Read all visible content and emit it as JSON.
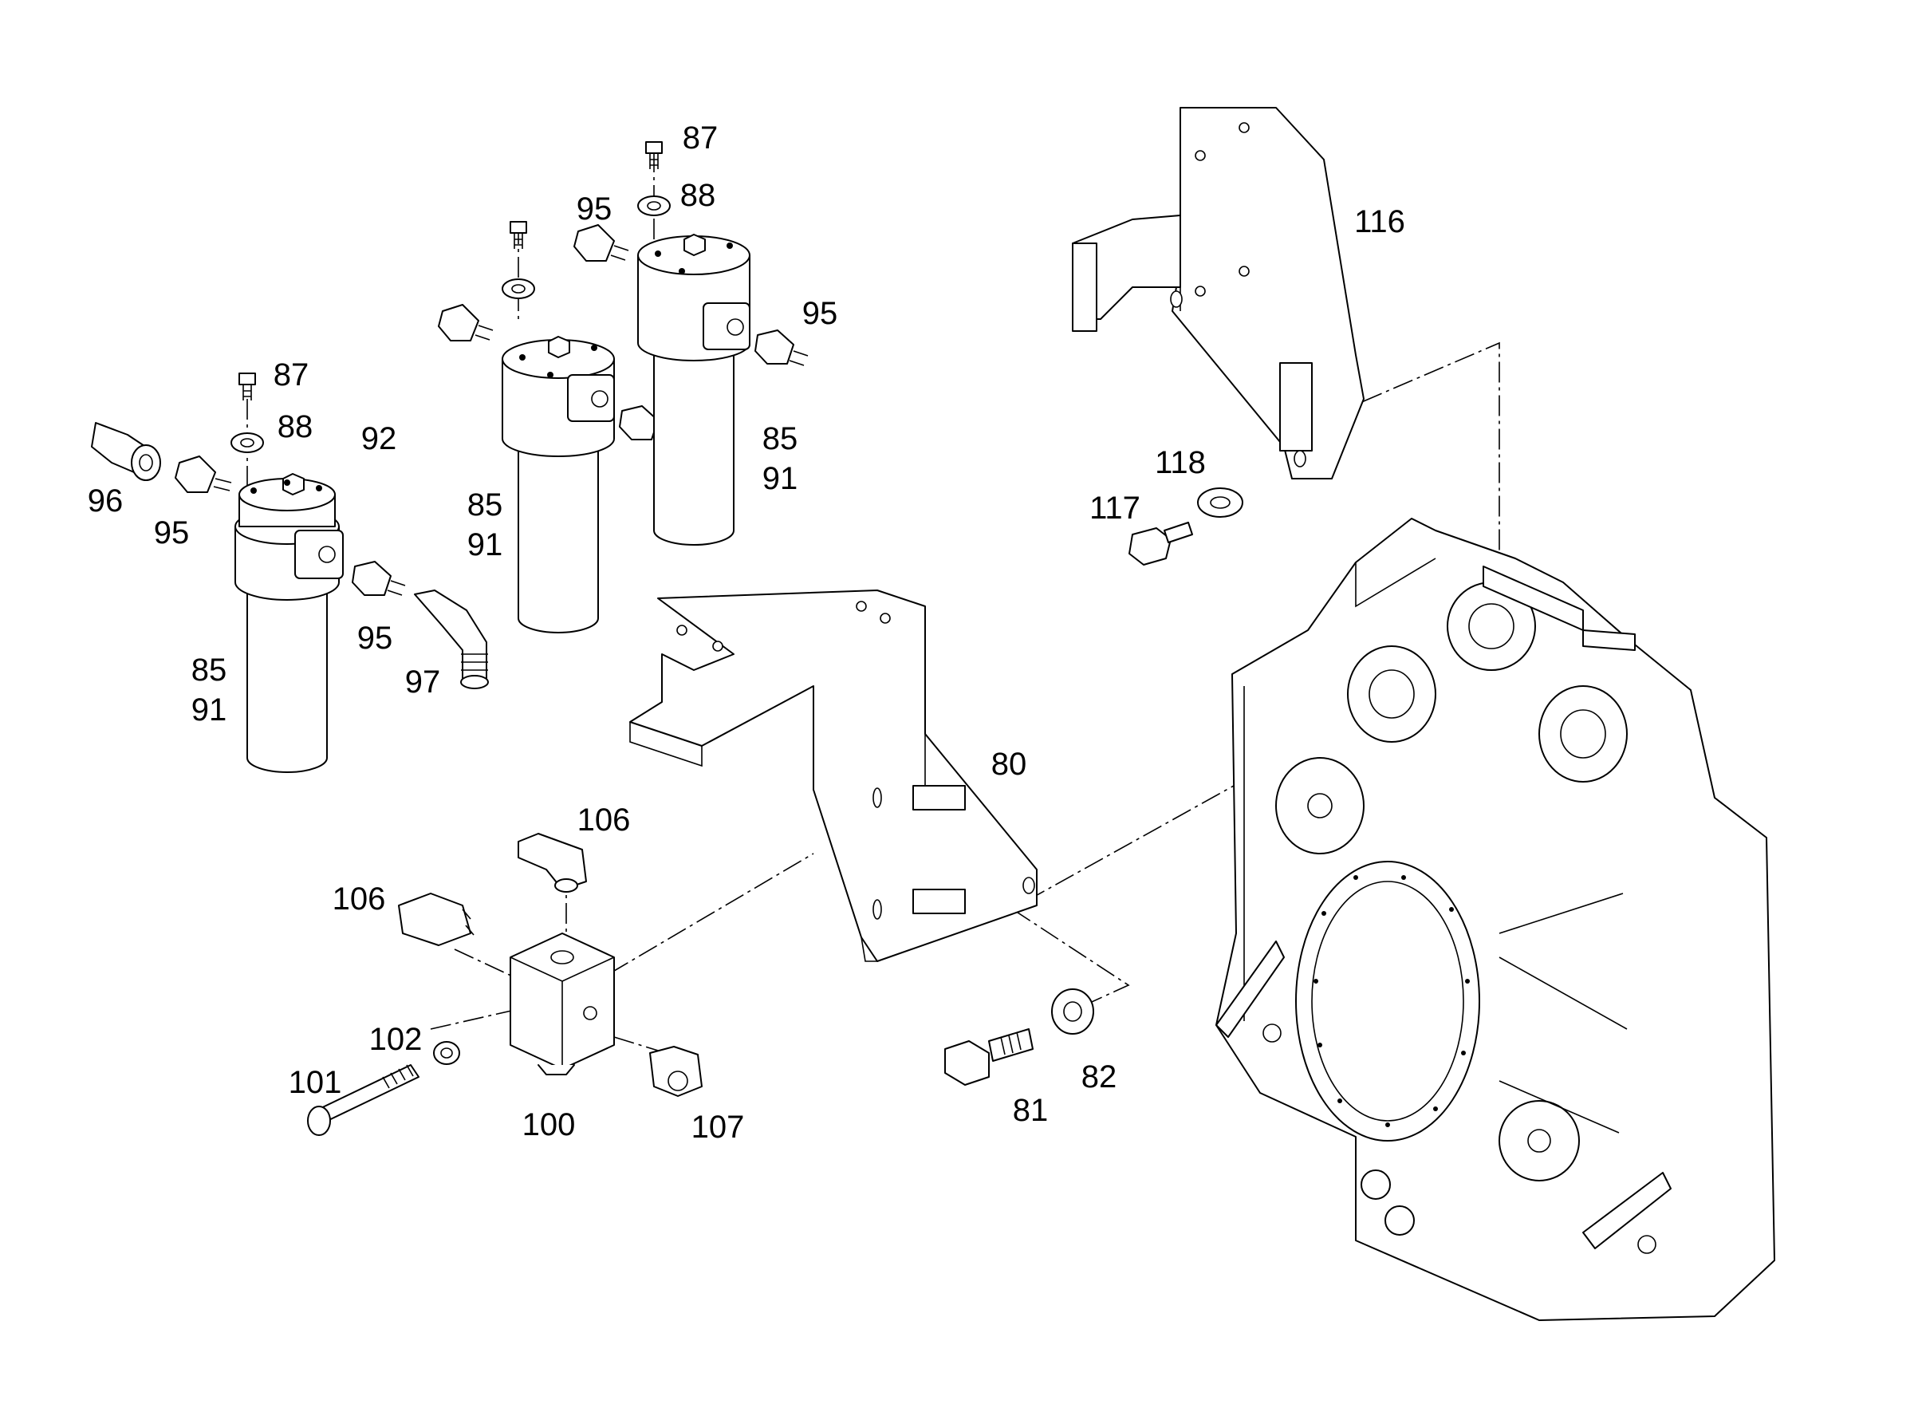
{
  "callouts": [
    {
      "id": "c-87a",
      "text": "87"
    },
    {
      "id": "c-88a",
      "text": "88"
    },
    {
      "id": "c-92",
      "text": "92"
    },
    {
      "id": "c-96",
      "text": "96"
    },
    {
      "id": "c-95a",
      "text": "95"
    },
    {
      "id": "c-95b",
      "text": "95"
    },
    {
      "id": "c-97",
      "text": "97"
    },
    {
      "id": "c-85a",
      "text": "85"
    },
    {
      "id": "c-91a",
      "text": "91"
    },
    {
      "id": "c-95c",
      "text": "95"
    },
    {
      "id": "c-85b",
      "text": "85"
    },
    {
      "id": "c-91b",
      "text": "91"
    },
    {
      "id": "c-87b",
      "text": "87"
    },
    {
      "id": "c-88b",
      "text": "88"
    },
    {
      "id": "c-95d",
      "text": "95"
    },
    {
      "id": "c-85c",
      "text": "85"
    },
    {
      "id": "c-91c",
      "text": "91"
    },
    {
      "id": "c-116",
      "text": "116"
    },
    {
      "id": "c-118",
      "text": "118"
    },
    {
      "id": "c-117",
      "text": "117"
    },
    {
      "id": "c-80",
      "text": "80"
    },
    {
      "id": "c-106a",
      "text": "106"
    },
    {
      "id": "c-106b",
      "text": "106"
    },
    {
      "id": "c-102",
      "text": "102"
    },
    {
      "id": "c-101",
      "text": "101"
    },
    {
      "id": "c-100",
      "text": "100"
    },
    {
      "id": "c-107",
      "text": "107"
    },
    {
      "id": "c-82",
      "text": "82"
    },
    {
      "id": "c-81",
      "text": "81"
    }
  ]
}
